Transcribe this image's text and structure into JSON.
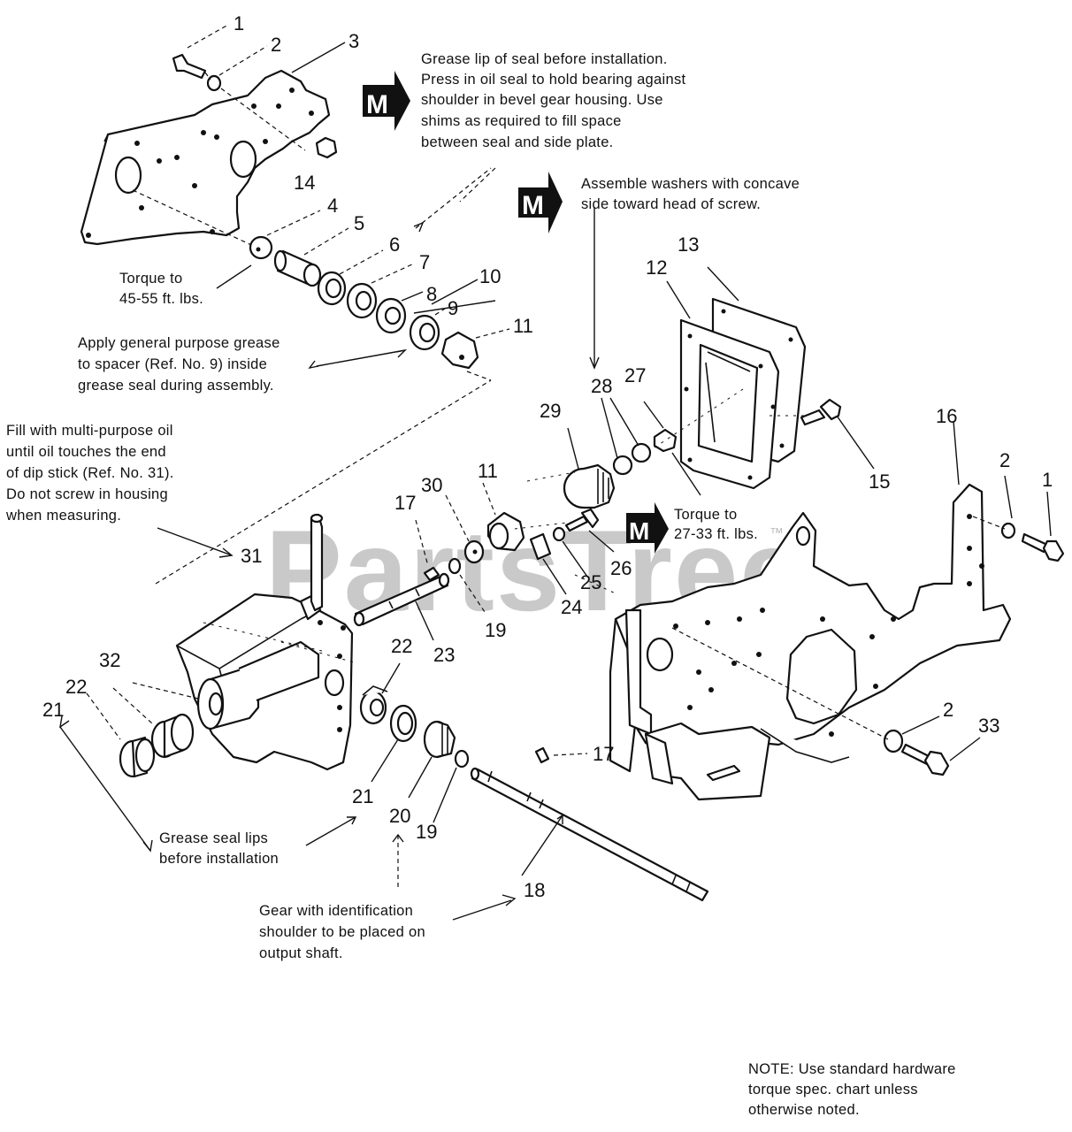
{
  "watermark": "PartsTree",
  "watermark_mark": "™",
  "m_badge": "M",
  "notes": {
    "grease_lip": [
      "Grease lip of seal before installation.",
      "Press in oil seal to hold bearing against",
      "shoulder in bevel gear housing. Use",
      "shims as required to fill space",
      "between seal and side plate."
    ],
    "washers": [
      "Assemble washers with concave",
      "side toward head of screw."
    ],
    "torque_45": [
      "Torque to",
      "45-55 ft. lbs."
    ],
    "apply_grease": [
      "Apply general purpose grease",
      "to spacer (Ref. No. 9) inside",
      "grease seal during assembly."
    ],
    "fill_oil": [
      "Fill with multi-purpose oil",
      "until oil touches the end",
      "of dip stick (Ref. No. 31).",
      "Do not screw in housing",
      "when measuring."
    ],
    "torque_27": [
      "Torque to",
      "27-33 ft. lbs."
    ],
    "grease_seal_lips": [
      "Grease seal lips",
      "before installation"
    ],
    "gear_ident": [
      "Gear with identification",
      "shoulder to be placed on",
      "output shaft."
    ],
    "hardware": [
      "NOTE: Use standard hardware",
      "torque spec. chart unless",
      "otherwise noted."
    ]
  },
  "callouts": {
    "c1a": "1",
    "c2a": "2",
    "c3": "3",
    "c14": "14",
    "c4": "4",
    "c5": "5",
    "c6": "6",
    "c7": "7",
    "c8": "8",
    "c9": "9",
    "c10": "10",
    "c11a": "11",
    "c13": "13",
    "c12": "12",
    "c28": "28",
    "c27": "27",
    "c29": "29",
    "c15": "15",
    "c16": "16",
    "c2b": "2",
    "c1b": "1",
    "c11b": "11",
    "c30": "30",
    "c17a": "17",
    "c31": "31",
    "c26": "26",
    "c25": "25",
    "c24": "24",
    "c19a": "19",
    "c23": "23",
    "c32": "32",
    "c22a": "22",
    "c22b": "22",
    "c21a": "21",
    "c2c": "2",
    "c33": "33",
    "c17b": "17",
    "c21b": "21",
    "c20": "20",
    "c19b": "19",
    "c18": "18"
  }
}
